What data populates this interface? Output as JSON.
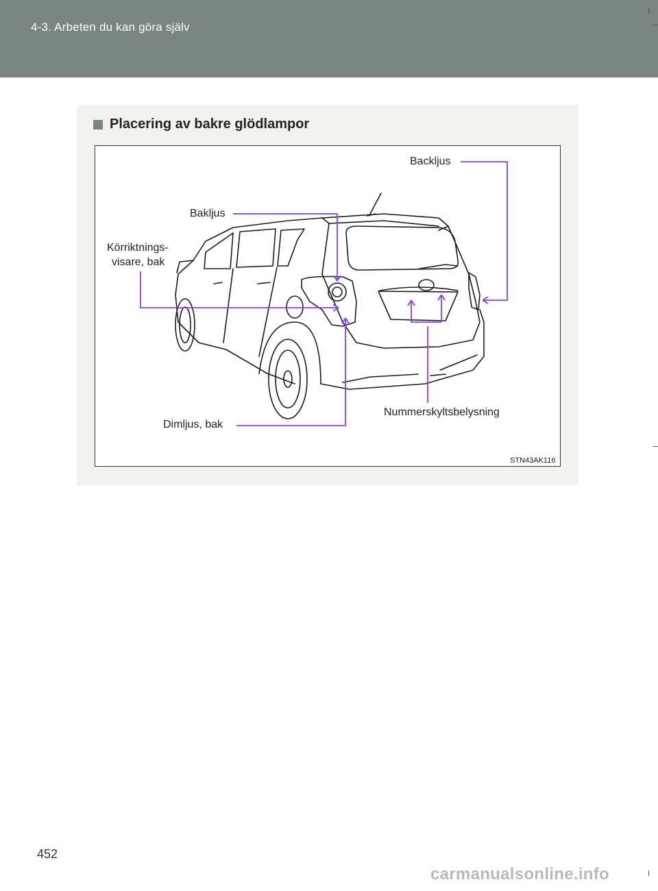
{
  "header": {
    "section_title": "4-3. Arbeten du kan göra själv"
  },
  "section": {
    "title": "Placering av bakre glödlampor"
  },
  "figure": {
    "labels": {
      "backljus": "Backljus",
      "bakljus": "Bakljus",
      "korriktnings_line1": "Körriktnings-",
      "korriktnings_line2": "visare, bak",
      "dimljus": "Dimljus, bak",
      "nummerskylt": "Nummerskyltsbelysning"
    },
    "figure_id": "STN43AK116",
    "callout_color": "#8a3cff"
  },
  "page_number": "452",
  "watermark": "carmanualsonline.info"
}
